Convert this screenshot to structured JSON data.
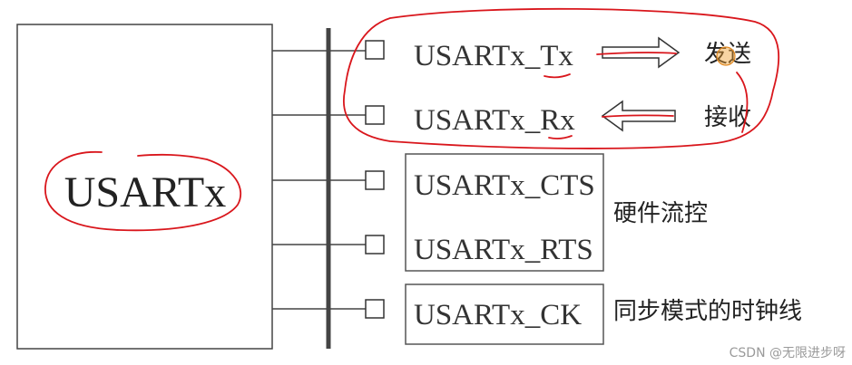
{
  "block": {
    "label": "USARTx"
  },
  "pins": {
    "tx": "USARTx_Tx",
    "rx": "USARTx_Rx",
    "cts": "USARTx_CTS",
    "rts": "USARTx_RTS",
    "ck": "USARTx_CK"
  },
  "annotations": {
    "send": "发送",
    "receive": "接收",
    "flow_control": "硬件流控",
    "sync_clock": "同步模式的时钟线"
  },
  "watermark": "CSDN @无限进步呀",
  "colors": {
    "ink": "#d9161c",
    "line": "#444444",
    "highlight": "#f0a030"
  }
}
